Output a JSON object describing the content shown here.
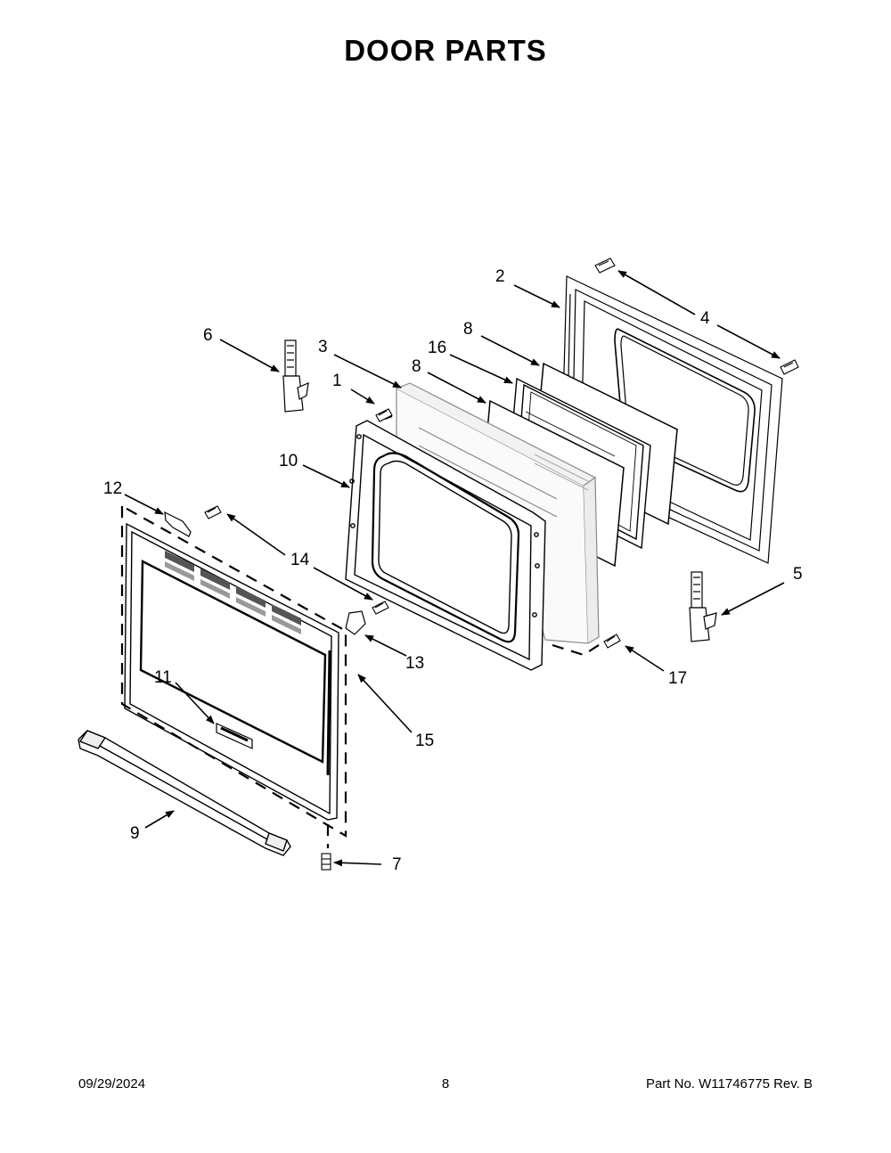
{
  "page": {
    "title": "DOOR PARTS"
  },
  "callouts": {
    "c1": "1",
    "c2": "2",
    "c3": "3",
    "c4": "4",
    "c5": "5",
    "c6": "6",
    "c7": "7",
    "c8a": "8",
    "c8b": "8",
    "c9": "9",
    "c10": "10",
    "c11": "11",
    "c12": "12",
    "c13": "13",
    "c14": "14",
    "c15": "15",
    "c16": "16",
    "c17": "17"
  },
  "footer": {
    "date": "09/29/2024",
    "page_number": "8",
    "part_info": "Part No.  W11746775   Rev.  B"
  }
}
